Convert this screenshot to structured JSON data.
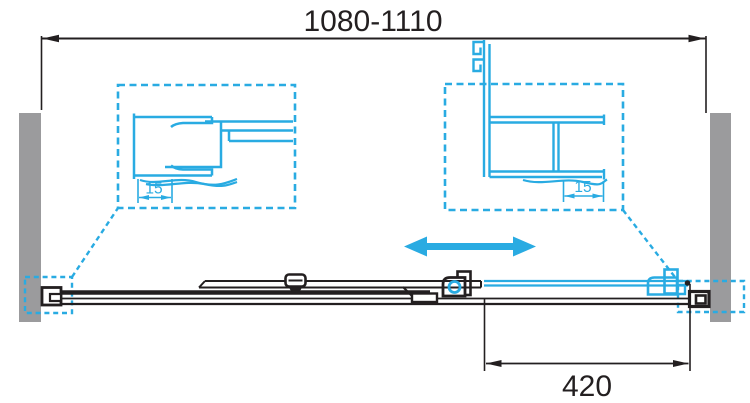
{
  "drawing": {
    "dim_overall": "1080-1110",
    "dim_door": "420",
    "dim_detail_left": "15",
    "dim_detail_right": "15"
  },
  "colors": {
    "accent": "#29ABE2",
    "line": "#231F20",
    "wall": "#9B9B9D",
    "background": "#FFFFFF"
  },
  "icons": {
    "slide_direction": "double-headed-horizontal-arrow"
  }
}
